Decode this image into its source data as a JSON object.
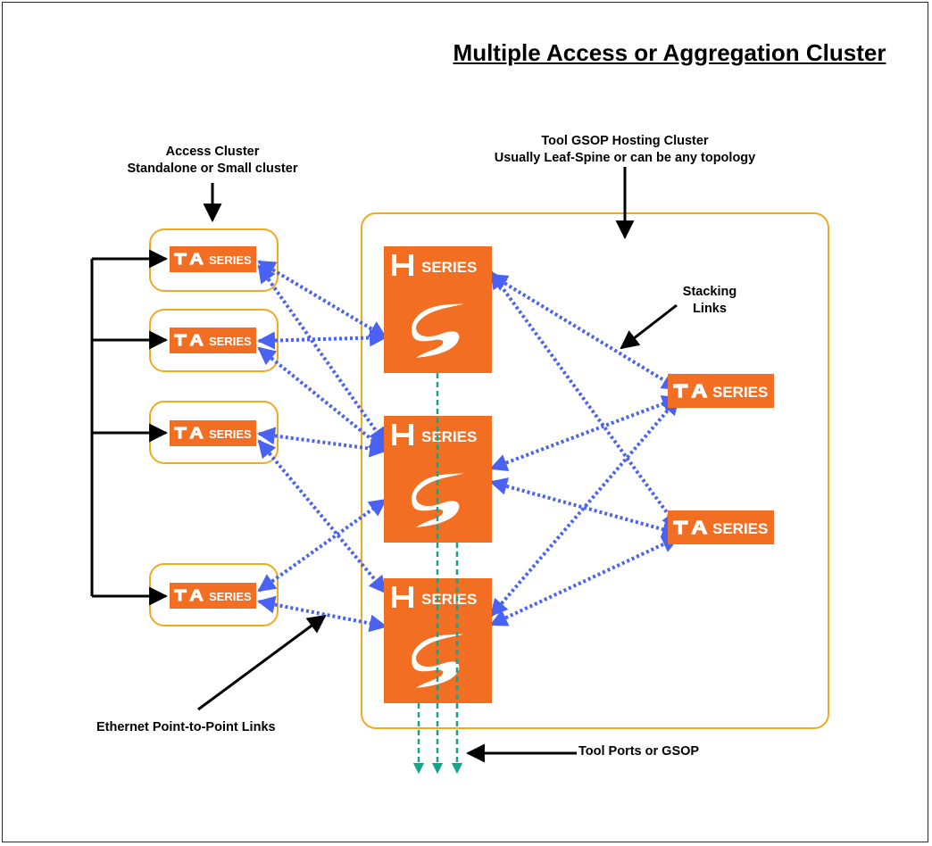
{
  "title": "Multiple Access or Aggregation Cluster",
  "labels": {
    "access_line1": "Access Cluster",
    "access_line2": "Standalone or Small cluster",
    "hosting_line1": "Tool GSOP Hosting Cluster",
    "hosting_line2": "Usually Leaf-Spine or can be any topology",
    "stacking_line1": "Stacking",
    "stacking_line2": "Links",
    "ethernet": "Ethernet Point-to-Point Links",
    "tool_ports": "Tool Ports or GSOP"
  },
  "ta_label": "SERIES",
  "h_label": "SERIES",
  "colors": {
    "orange": "#F26E22",
    "cluster_border": "#F2A91F",
    "link_blue": "#4A62F2",
    "tool_green": "#12A58C",
    "arrow_black": "#000000"
  }
}
